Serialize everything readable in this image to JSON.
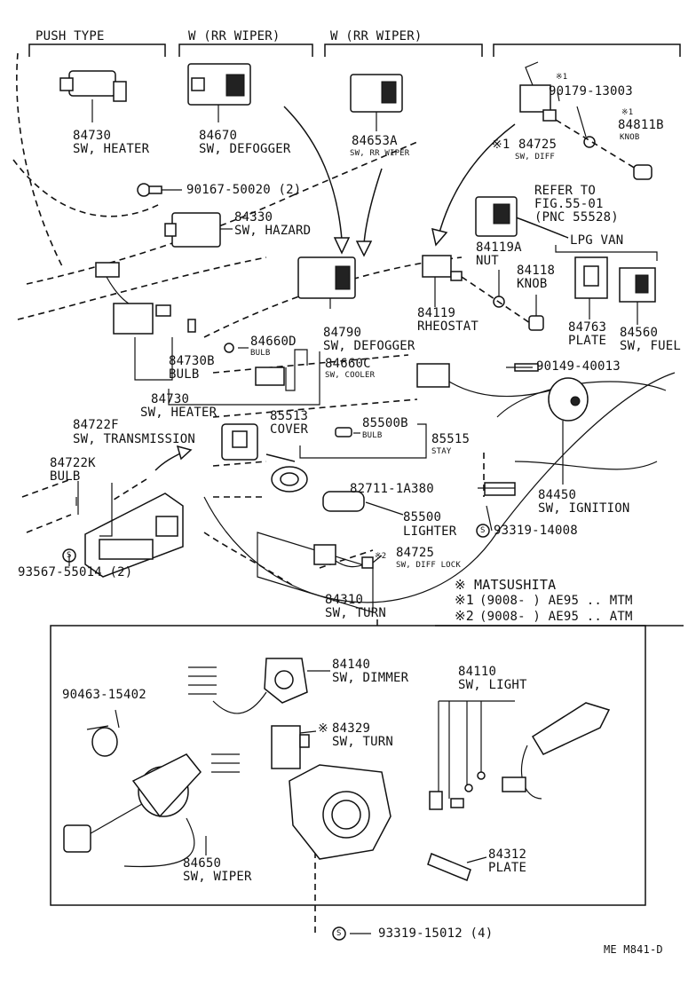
{
  "headers": {
    "push_type": "PUSH TYPE",
    "w_rr_wiper_1": "W (RR WIPER)",
    "w_rr_wiper_2": "W (RR WIPER)"
  },
  "parts": {
    "p84730_top": {
      "num": "84730",
      "name": "SW, HEATER"
    },
    "p84670": {
      "num": "84670",
      "name": "SW, DEFOGGER"
    },
    "p84653A": {
      "num": "84653A",
      "name": "SW, RR WIPER"
    },
    "p90179": {
      "mark": "※1",
      "num": "90179-13003"
    },
    "p84811B": {
      "mark": "※1",
      "num": "84811B",
      "name": "KNOB"
    },
    "p84725_top": {
      "mark": "※1",
      "num": "84725",
      "name": "SW, DIFF"
    },
    "refer": {
      "line1": "REFER TO",
      "line2": "FIG.55-01",
      "line3": "(PNC 55528)"
    },
    "p90167": {
      "num": "90167-50020 (2)"
    },
    "p84330": {
      "num": "84330",
      "name": "SW, HAZARD"
    },
    "lpg_van": "LPG VAN",
    "p84119A": {
      "num": "84119A",
      "name": "NUT"
    },
    "p84118": {
      "num": "84118",
      "name": "KNOB"
    },
    "p84119": {
      "num": "84119",
      "name": "RHEOSTAT"
    },
    "p84763": {
      "num": "84763",
      "name": "PLATE"
    },
    "p84560": {
      "num": "84560",
      "name": "SW, FUEL"
    },
    "p84790": {
      "num": "84790",
      "name": "SW, DEFOGGER"
    },
    "p84660D": {
      "num": "84660D",
      "name": "BULB"
    },
    "p84730B": {
      "num": "84730B",
      "name": "BULB"
    },
    "p84660C": {
      "num": "84660C",
      "name": "SW, COOLER"
    },
    "p90149": {
      "num": "90149-40013"
    },
    "p84730_low": {
      "num": "84730",
      "name": "SW, HEATER"
    },
    "p85513": {
      "num": "85513",
      "name": "COVER"
    },
    "p85500B": {
      "num": "85500B",
      "name": "BULB"
    },
    "p85515": {
      "num": "85515",
      "name": "STAY"
    },
    "p84722F": {
      "num": "84722F",
      "name": "SW, TRANSMISSION"
    },
    "p84722K": {
      "num": "84722K",
      "name": "BULB"
    },
    "p82711": {
      "num": "82711-1A380"
    },
    "p84450": {
      "num": "84450",
      "name": "SW, IGNITION"
    },
    "p85500": {
      "num": "85500",
      "name": "LIGHTER"
    },
    "p93319_14008": {
      "num": "93319-14008"
    },
    "p84725_low": {
      "mark": "※2",
      "num": "84725",
      "name": "SW, DIFF LOCK"
    },
    "p93567": {
      "num": "93567-55014 (2)"
    },
    "p84310": {
      "num": "84310",
      "name": "SW, TURN"
    },
    "p84140": {
      "num": "84140",
      "name": "SW, DIMMER"
    },
    "p84110": {
      "num": "84110",
      "name": "SW, LIGHT"
    },
    "p90463": {
      "num": "90463-15402"
    },
    "p84329": {
      "mark": "※",
      "num": "84329",
      "name": "SW, TURN"
    },
    "p84650": {
      "num": "84650",
      "name": "SW, WIPER"
    },
    "p84312": {
      "num": "84312",
      "name": "PLATE"
    },
    "p93319_15012": {
      "num": "93319-15012 (4)"
    }
  },
  "legend": {
    "row0": {
      "mark": "※",
      "text": "MATSUSHITA"
    },
    "row1": {
      "mark": "※1",
      "text": "(9008-          ) AE95 .. MTM"
    },
    "row2": {
      "mark": "※2",
      "text": "(9008-          ) AE95 .. ATM"
    }
  },
  "s_symbol": "S",
  "footer_code": "ME M841-D"
}
